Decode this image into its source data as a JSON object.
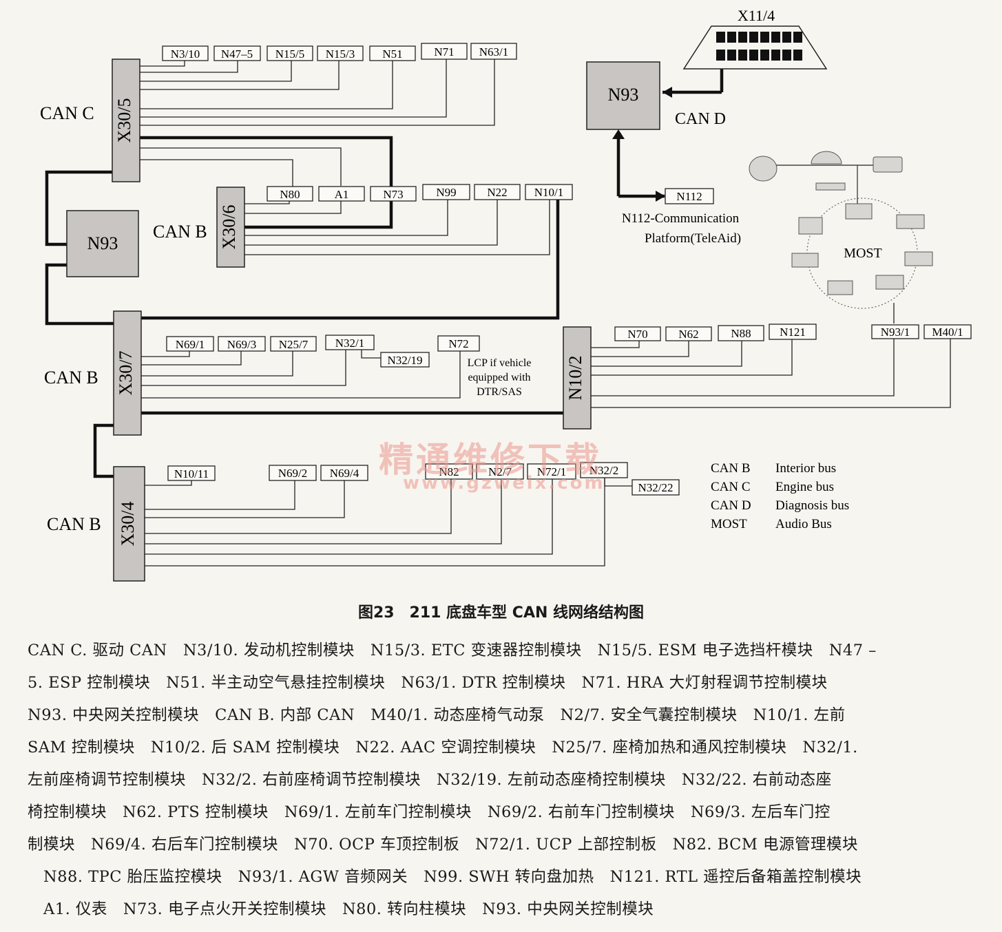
{
  "diagram": {
    "connectors": {
      "x30_5": "X30/5",
      "x30_6": "X30/6",
      "x30_7": "X30/7",
      "x30_4": "X30/4",
      "n10_2": "N10/2",
      "x11_4": "X11/4"
    },
    "gateways": {
      "n93_left": "N93",
      "n93_right": "N93"
    },
    "bus_labels": {
      "can_c": "CAN C",
      "can_b_1": "CAN B",
      "can_b_2": "CAN B",
      "can_b_3": "CAN B",
      "can_d": "CAN D",
      "most": "MOST"
    },
    "modules_can_c": [
      "N3/10",
      "N47–5",
      "N15/5",
      "N15/3",
      "N51",
      "N71",
      "N63/1"
    ],
    "modules_x30_6": [
      "N80",
      "A1",
      "N73",
      "N99",
      "N22",
      "N10/1"
    ],
    "modules_x30_7": [
      "N69/1",
      "N69/3",
      "N25/7",
      "N32/1",
      "N32/19",
      "N72"
    ],
    "lcp_note": [
      "LCP if vehicle",
      "equipped with",
      "DTR/SAS"
    ],
    "modules_n10_2": [
      "N70",
      "N62",
      "N88",
      "N121"
    ],
    "modules_most": [
      "N93/1",
      "M40/1"
    ],
    "modules_x30_4": [
      "N10/11",
      "N69/2",
      "N69/4",
      "N82",
      "N2/7",
      "N72/1",
      "N32/2",
      "N32/22"
    ],
    "n112": "N112",
    "n112_note": [
      "N112-Communication",
      "Platform(TeleAid)"
    ],
    "legend": [
      {
        "code": "CAN B",
        "desc": "Interior bus"
      },
      {
        "code": "CAN C",
        "desc": "Engine bus"
      },
      {
        "code": "CAN D",
        "desc": "Diagnosis bus"
      },
      {
        "code": "MOST",
        "desc": "Audio Bus"
      }
    ],
    "watermark": {
      "main": "精通维修下载",
      "url": "www.gzweix.com"
    }
  },
  "caption": "图23　211 底盘车型 CAN 线网络结构图",
  "description_lines": [
    "CAN C. 驱动 CAN　N3/10. 发动机控制模块　N15/3. ETC 变速器控制模块　N15/5. ESM 电子选挡杆模块　N47 –",
    "5. ESP 控制模块　N51. 半主动空气悬挂控制模块　N63/1. DTR 控制模块　N71. HRA 大灯射程调节控制模块",
    "N93. 中央网关控制模块　CAN B. 内部 CAN　M40/1. 动态座椅气动泵　N2/7. 安全气囊控制模块　N10/1. 左前",
    "SAM 控制模块　N10/2. 后 SAM 控制模块　N22. AAC 空调控制模块　N25/7. 座椅加热和通风控制模块　N32/1.",
    "左前座椅调节控制模块　N32/2. 右前座椅调节控制模块　N32/19. 左前动态座椅控制模块　N32/22. 右前动态座",
    "椅控制模块　N62. PTS 控制模块　N69/1. 左前车门控制模块　N69/2. 右前车门控制模块　N69/3. 左后车门控",
    "制模块　N69/4. 右后车门控制模块　N70. OCP 车顶控制板　N72/1. UCP 上部控制板　N82. BCM 电源管理模块",
    "　N88. TPC 胎压监控模块　N93/1. AGW 音频网关　N99. SWH 转向盘加热　N121. RTL 遥控后备箱盖控制模块",
    "　A1. 仪表　N73. 电子点火开关控制模块　N80. 转向柱模块　N93. 中央网关控制模块"
  ]
}
